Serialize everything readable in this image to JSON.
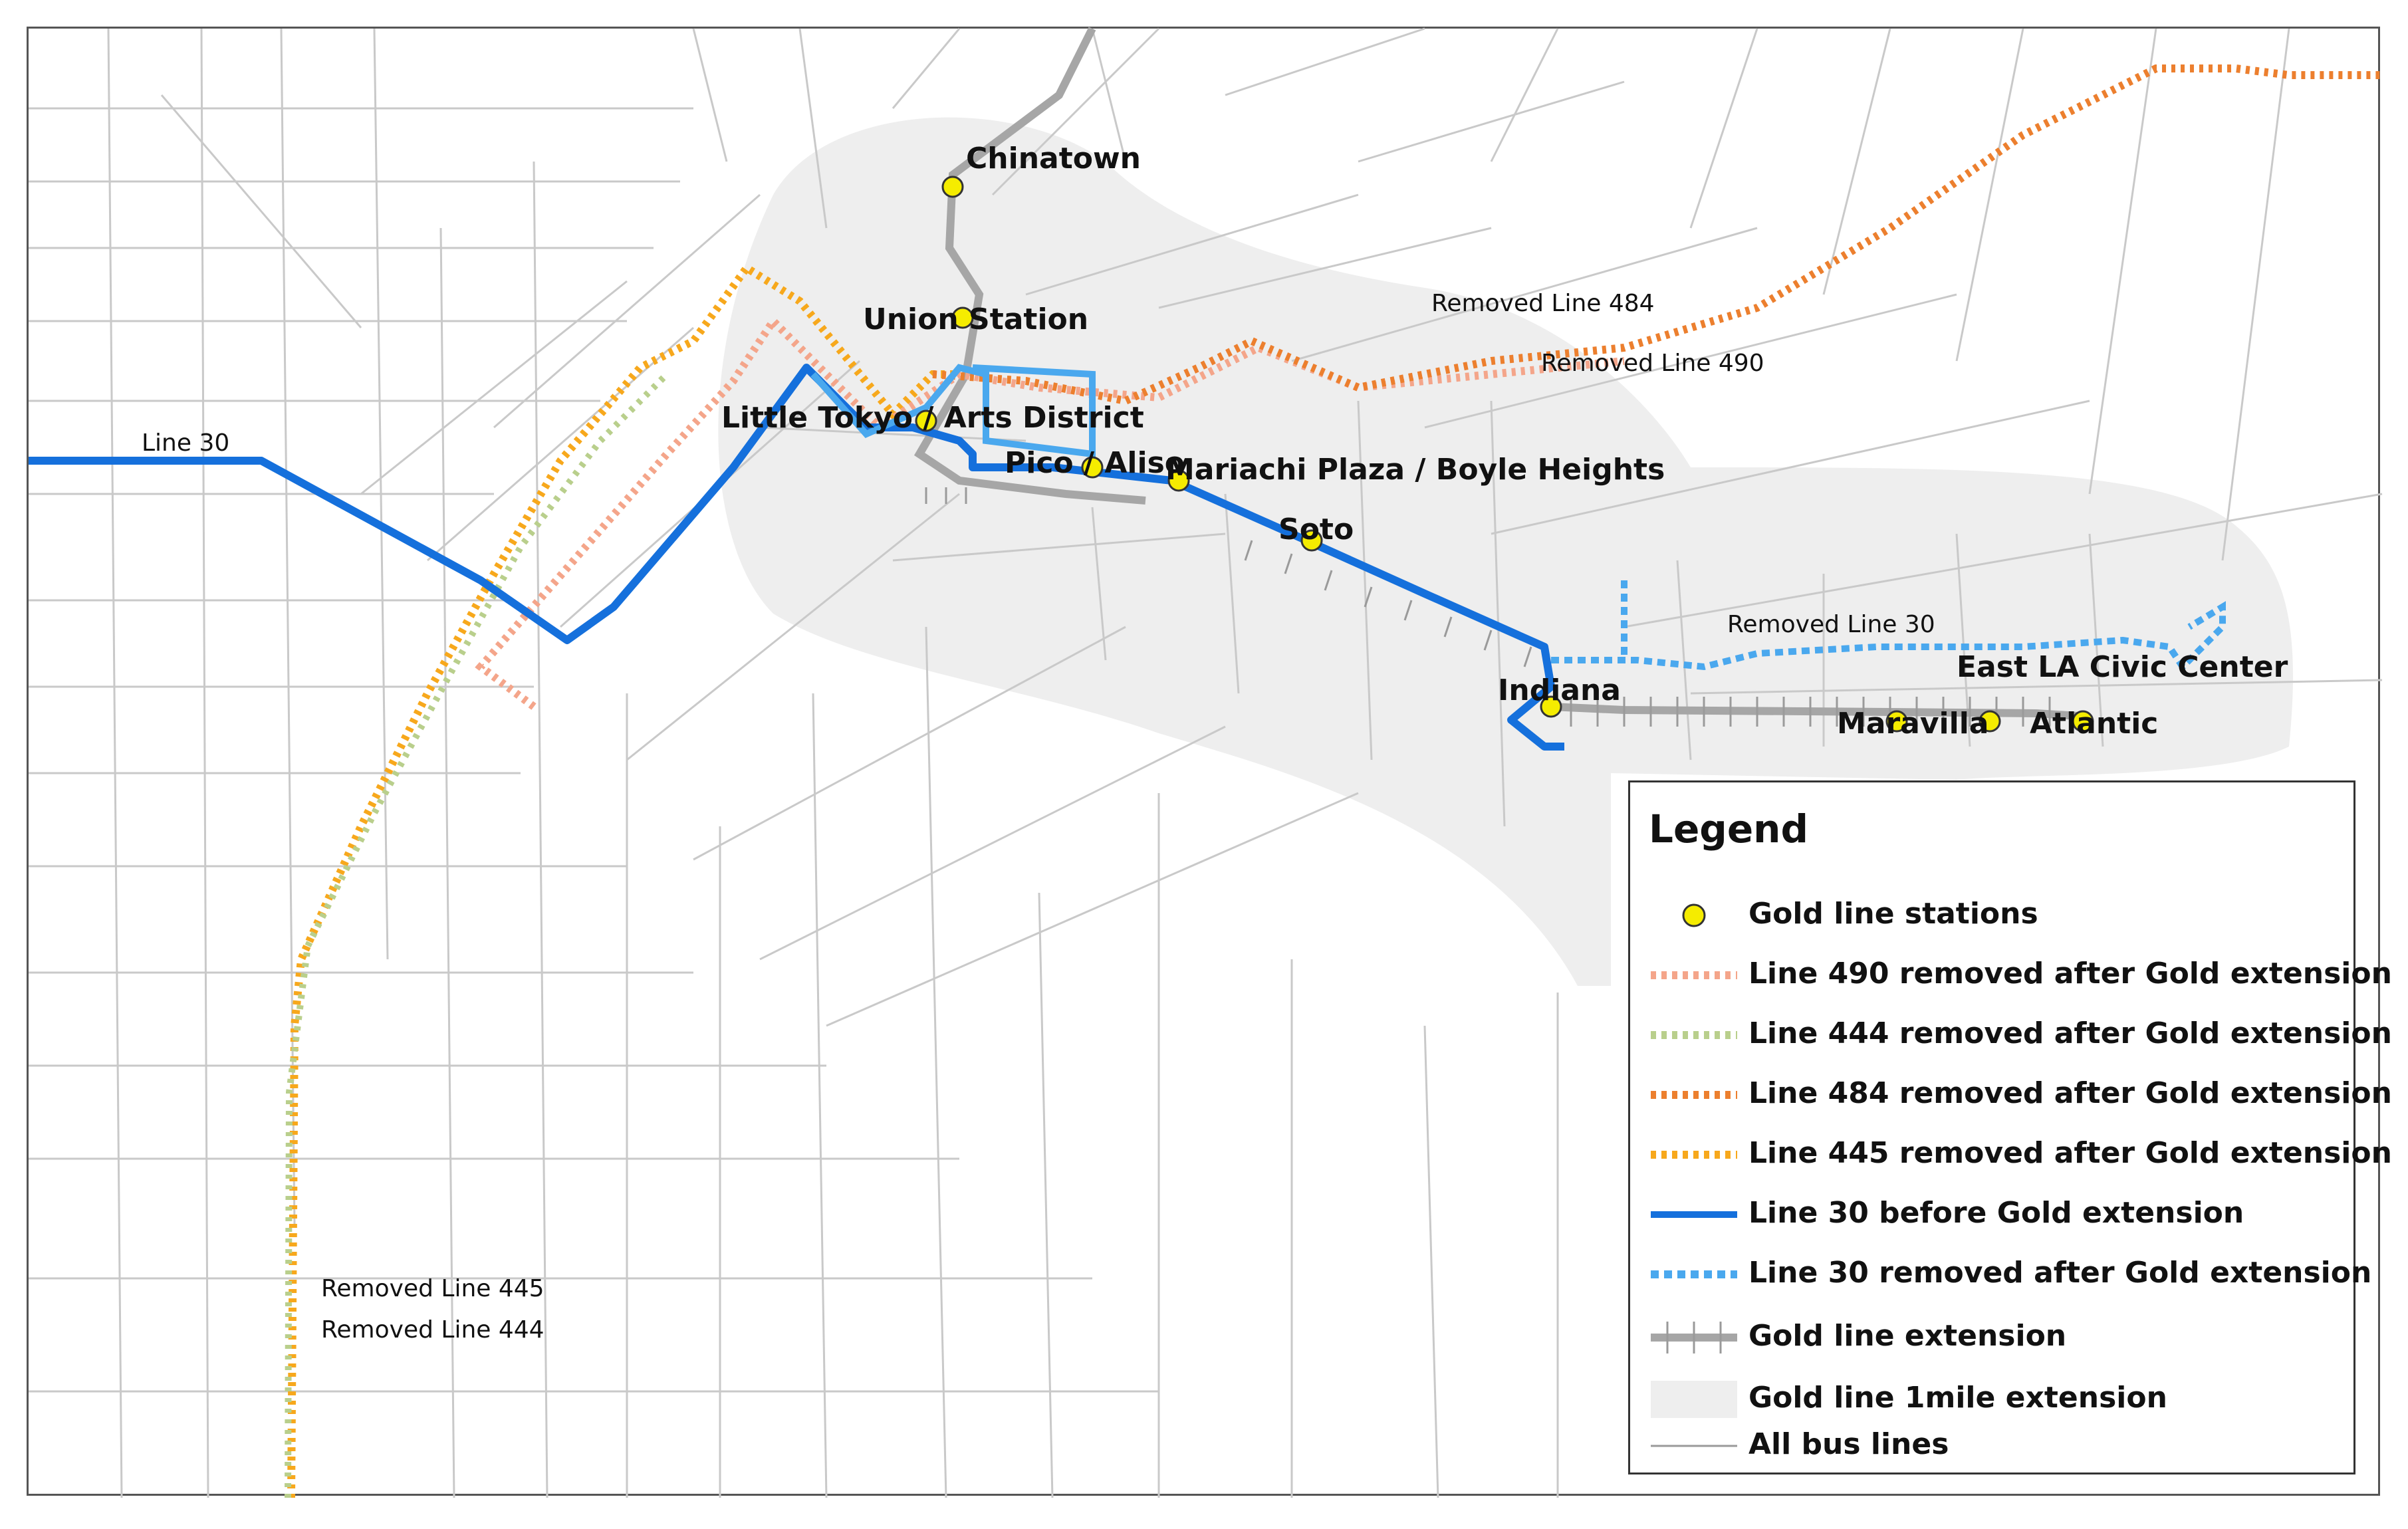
{
  "stations": [
    {
      "name": "Chinatown"
    },
    {
      "name": "Union Station"
    },
    {
      "name": "Little Tokyo / Arts District"
    },
    {
      "name": "Pico / Aliso"
    },
    {
      "name": "Mariachi Plaza / Boyle Heights"
    },
    {
      "name": "Soto"
    },
    {
      "name": "Indiana"
    },
    {
      "name": "Maravilla"
    },
    {
      "name": "East LA Civic Center"
    },
    {
      "name": "Atlantic"
    }
  ],
  "route_labels": {
    "line30": "Line 30",
    "removed484": "Removed Line 484",
    "removed490": "Removed Line 490",
    "removed30": "Removed Line 30",
    "removed445": "Removed Line 445",
    "removed444": "Removed Line 444"
  },
  "legend": {
    "title": "Legend",
    "items": [
      {
        "label": "Gold line stations",
        "symbol": "station",
        "color": "#f5ec00"
      },
      {
        "label": "Line 490 removed after Gold extension",
        "symbol": "dashed",
        "color": "#f4a58a"
      },
      {
        "label": "Line 444 removed after Gold extension",
        "symbol": "dashed",
        "color": "#b9cf8c"
      },
      {
        "label": "Line 484 removed after Gold extension",
        "symbol": "dashed",
        "color": "#ec7f2e"
      },
      {
        "label": "Line 445 removed after Gold extension",
        "symbol": "dashed",
        "color": "#f7a81c"
      },
      {
        "label": "Line 30 before Gold extension",
        "symbol": "solid",
        "color": "#1570dc"
      },
      {
        "label": "Line 30 removed after Gold extension",
        "symbol": "dashed",
        "color": "#4aa8ee"
      },
      {
        "label": "Gold line extension",
        "symbol": "rail",
        "color": "#a6a6a6"
      },
      {
        "label": "Gold line 1mile extension",
        "symbol": "area",
        "color": "#eeeeee"
      },
      {
        "label": "All bus lines",
        "symbol": "thin",
        "color": "#9a9a9a"
      }
    ]
  },
  "colors": {
    "buffer": "#eeeeee",
    "bus_lines": "#c8c8c8",
    "gold_rail": "#a6a6a6",
    "line30": "#1570dc",
    "line30_removed": "#4aa8ee",
    "line490": "#f4a58a",
    "line444": "#b9cf8c",
    "line484": "#ec7f2e",
    "line445": "#f7a81c",
    "station_fill": "#f5ec00"
  }
}
